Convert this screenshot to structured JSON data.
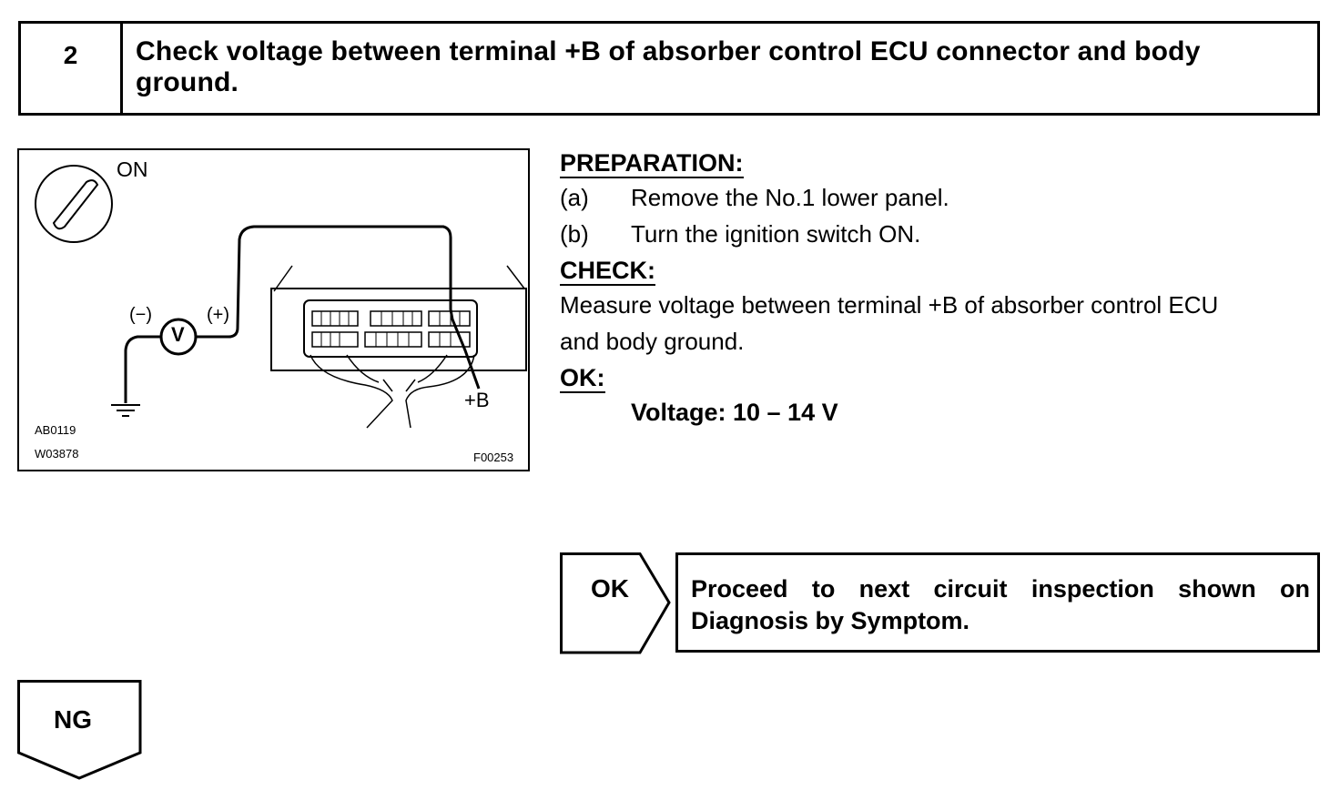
{
  "step": {
    "number": "2",
    "title": "Check voltage between terminal +B of absorber control ECU connector and body ground."
  },
  "figure": {
    "switch_label": "ON",
    "meter_symbol": "V",
    "minus_label": "(−)",
    "plus_label": "(+)",
    "terminal_label": "+B",
    "ref_code_1": "AB0119",
    "ref_code_2": "W03878",
    "ref_code_3": "F00253"
  },
  "preparation": {
    "heading": "PREPARATION:",
    "items": [
      {
        "label": "(a)",
        "text": "Remove the No.1 lower panel."
      },
      {
        "label": "(b)",
        "text": "Turn the ignition switch ON."
      }
    ]
  },
  "check": {
    "heading": "CHECK:",
    "line1": "Measure voltage between terminal +B of absorber control ECU",
    "line2": "and body ground."
  },
  "ok_spec": {
    "heading": "OK:",
    "value": "Voltage: 10 – 14 V"
  },
  "ok_result": {
    "tag": "OK",
    "line1": "Proceed to next circuit inspection shown on",
    "line2": "Diagnosis by Symptom."
  },
  "ng_result": {
    "tag": "NG"
  }
}
